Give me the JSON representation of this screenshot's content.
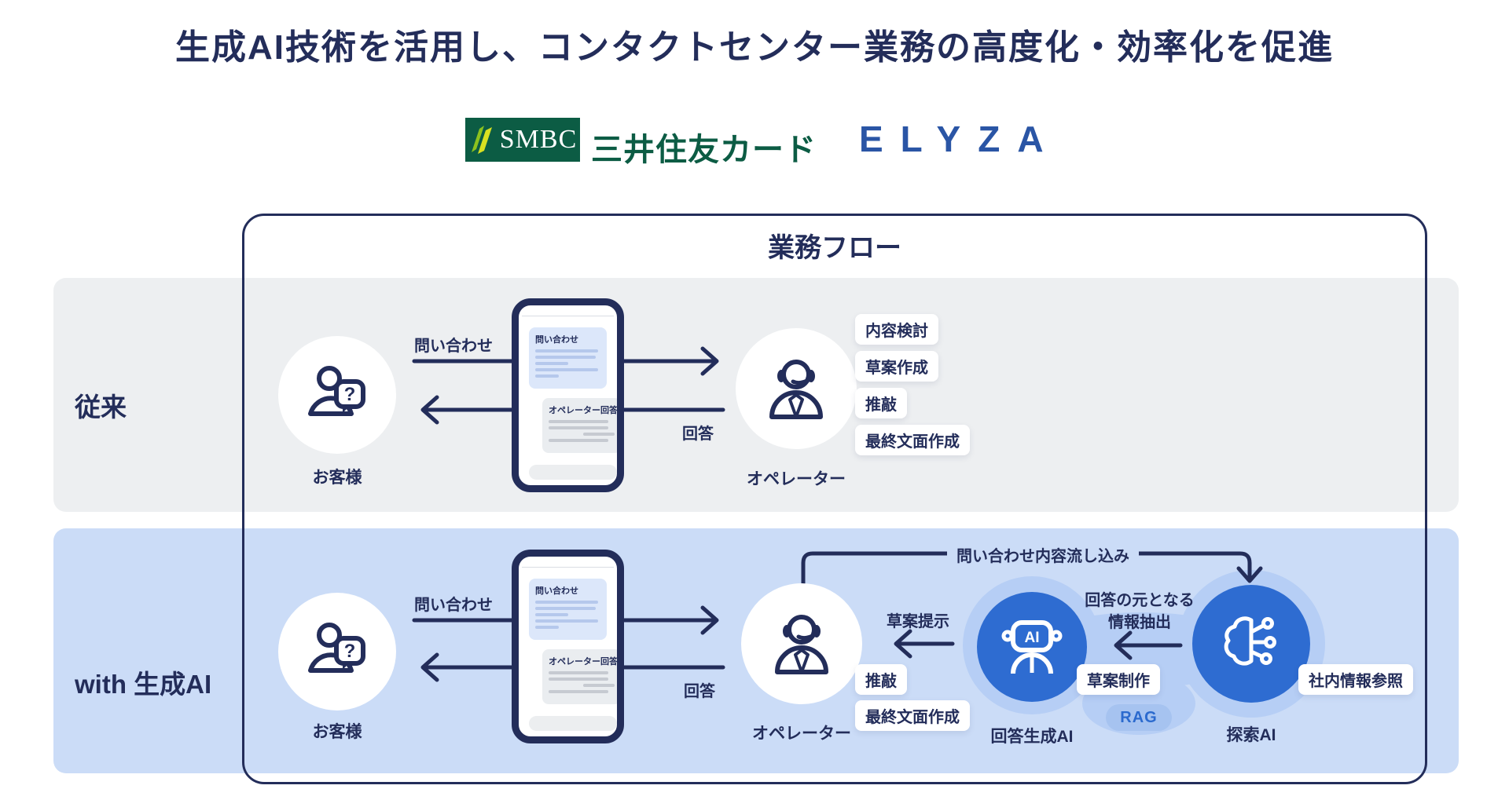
{
  "title": "生成AI技術を活用し、コンタクトセンター業務の高度化・効率化を促進",
  "logos": {
    "smbc_mark": "SMBC",
    "smbc_name": "三井住友カード",
    "elyza": "ELYZA"
  },
  "flow": {
    "title": "業務フロー",
    "question_mark": "?",
    "phone": {
      "inquiry_card_title": "問い合わせ",
      "reply_card_title": "オペレーター回答"
    },
    "rows": {
      "conventional": {
        "label": "従来",
        "customer_label": "お客様",
        "inquiry_label": "問い合わせ",
        "reply_label": "回答",
        "operator_label": "オペレーター",
        "tasks": [
          "内容検討",
          "草案作成",
          "推敲",
          "最終文面作成"
        ]
      },
      "with_ai": {
        "label": "with 生成AI",
        "customer_label": "お客様",
        "inquiry_label": "問い合わせ",
        "reply_label": "回答",
        "operator_label": "オペレーター",
        "tasks": [
          "推敲",
          "最終文面作成"
        ],
        "draft_arrow_label": "草案提示",
        "pipeline_label": "問い合わせ内容流し込み",
        "extraction_label_line1": "回答の元となる",
        "extraction_label_line2": "情報抽出",
        "gen_ai": {
          "label": "回答生成AI",
          "head_text": "AI",
          "draft_chip": "草案制作"
        },
        "rag_label": "RAG",
        "search_ai": {
          "label": "探索AI",
          "reference_chip": "社内情報参照"
        }
      }
    }
  },
  "colors": {
    "navy": "#232d5a",
    "gray_band": "#edeff1",
    "blue_band": "#cbdcf7",
    "ai_circle_blue": "#2e6cd1",
    "blob_blue": "#b6cef5",
    "rag_pill_bg": "#a6c3f0",
    "rag_text": "#2b6ace",
    "smbc_green": "#0c5c44",
    "elyza_blue": "#2a55a5"
  }
}
